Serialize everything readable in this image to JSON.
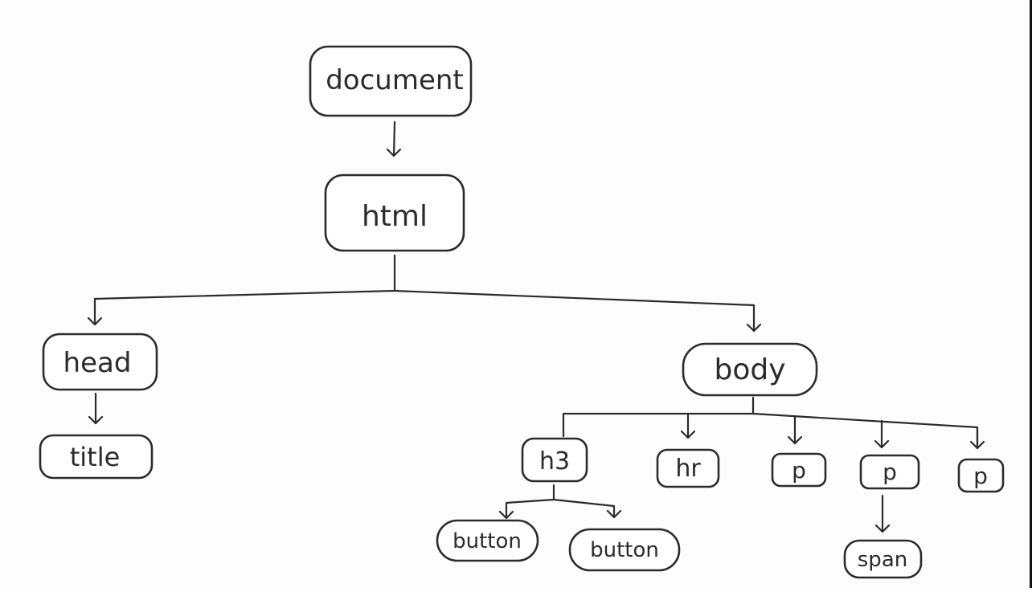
{
  "diagram": {
    "nodes": [
      {
        "id": "document",
        "label": "document"
      },
      {
        "id": "html",
        "label": "html"
      },
      {
        "id": "head",
        "label": "head"
      },
      {
        "id": "title",
        "label": "title"
      },
      {
        "id": "body",
        "label": "body"
      },
      {
        "id": "h3",
        "label": "h3"
      },
      {
        "id": "hr",
        "label": "hr"
      },
      {
        "id": "p1",
        "label": "p"
      },
      {
        "id": "p2",
        "label": "p"
      },
      {
        "id": "p3",
        "label": "p"
      },
      {
        "id": "button1",
        "label": "button"
      },
      {
        "id": "button2",
        "label": "button"
      },
      {
        "id": "span",
        "label": "span"
      }
    ],
    "edges": [
      {
        "from": "document",
        "to": "html"
      },
      {
        "from": "html",
        "to": "head"
      },
      {
        "from": "html",
        "to": "body"
      },
      {
        "from": "head",
        "to": "title"
      },
      {
        "from": "body",
        "to": "h3"
      },
      {
        "from": "body",
        "to": "hr"
      },
      {
        "from": "body",
        "to": "p1"
      },
      {
        "from": "body",
        "to": "p2"
      },
      {
        "from": "body",
        "to": "p3"
      },
      {
        "from": "h3",
        "to": "button1"
      },
      {
        "from": "h3",
        "to": "button2"
      },
      {
        "from": "p2",
        "to": "span"
      }
    ]
  }
}
